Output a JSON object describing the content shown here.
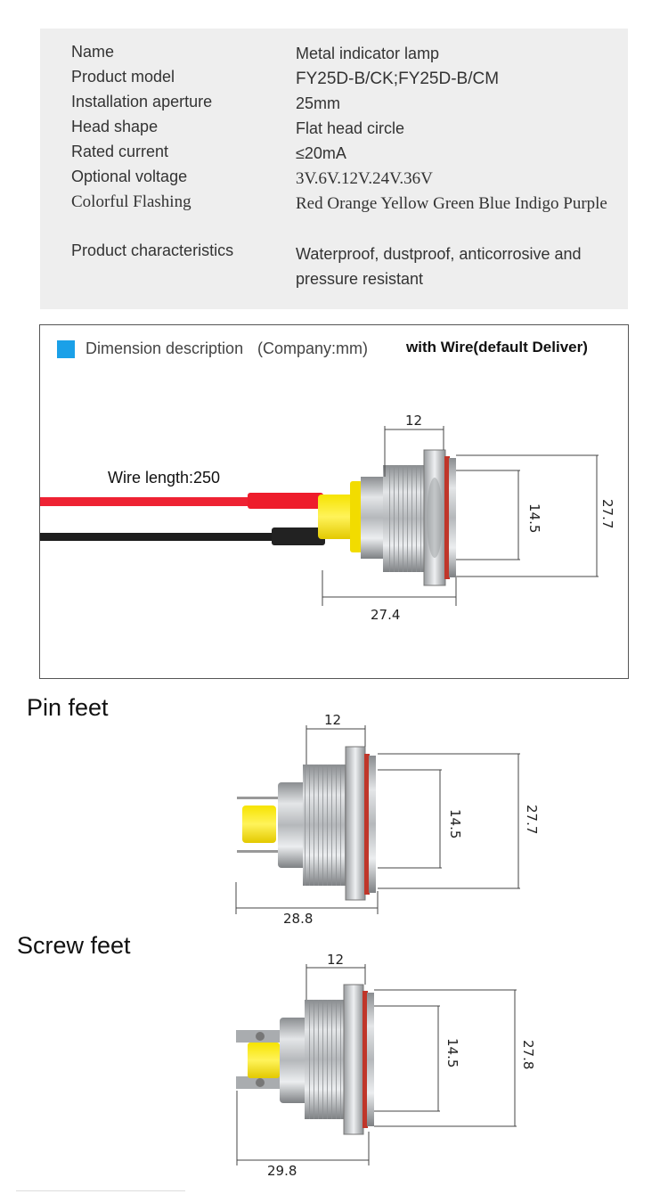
{
  "specs": [
    {
      "label": "Name",
      "value": "Metal indicator lamp"
    },
    {
      "label": "Product model",
      "value": "FY25D-B/CK;FY25D-B/CM"
    },
    {
      "label": "Installation aperture",
      "value": "25mm"
    },
    {
      "label": "Head shape",
      "value": "Flat head circle"
    },
    {
      "label": "Rated current",
      "value": "≤20mA"
    },
    {
      "label": "Optional voltage",
      "value": "3V.6V.12V.24V.36V"
    },
    {
      "label": "Colorful Flashing",
      "value": "Red Orange Yellow Green Blue Indigo Purple"
    },
    {
      "label": "Product characteristics",
      "value": "Waterproof, dustproof, anticorrosive and pressure resistant"
    }
  ],
  "dimension": {
    "title": "Dimension description",
    "company": "(Company:mm)",
    "wire_note": "with Wire(default Deliver)",
    "wire_length": "Wire length:250",
    "width": "12",
    "inner": "14.5",
    "outer": "27.7",
    "length": "27.4",
    "accent": "#1aa0e8"
  },
  "pin_feet": {
    "heading": "Pin feet",
    "width": "12",
    "inner": "14.5",
    "outer": "27.7",
    "length": "28.8"
  },
  "screw_feet": {
    "heading": "Screw feet",
    "width": "12",
    "inner": "14.5",
    "outer": "27.8",
    "length": "29.8"
  }
}
